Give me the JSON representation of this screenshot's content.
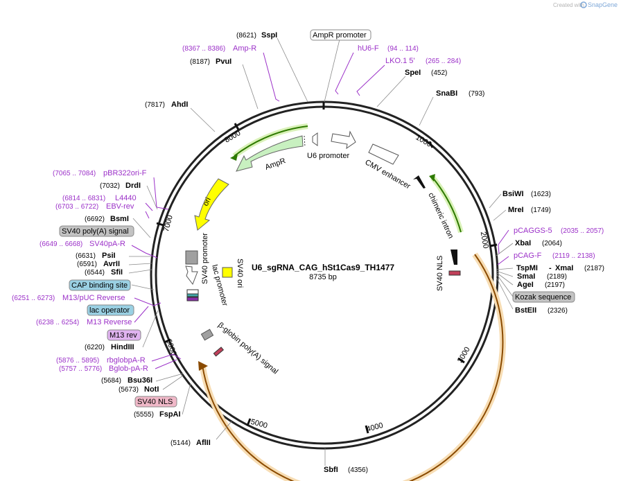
{
  "credit": {
    "prefix": "Created with",
    "brand": "SnapGene"
  },
  "plasmid": {
    "name": "U6_sgRNA_CAG_hSt1Cas9_TH1477",
    "length": "8735 bp"
  },
  "ticks": [
    "1000",
    "2000",
    "3000",
    "4000",
    "5000",
    "6000",
    "7000",
    "8000"
  ],
  "cut_sites": [
    {
      "name": "SspI",
      "pos": "(8621)"
    },
    {
      "name": "SpeI",
      "pos": "(452)"
    },
    {
      "name": "SnaBI",
      "pos": "(793)"
    },
    {
      "name": "PvuI",
      "pos": "(8187)"
    },
    {
      "name": "AhdI",
      "pos": "(7817)"
    },
    {
      "name": "DrdI",
      "pos": "(7032)"
    },
    {
      "name": "BsmI",
      "pos": "(6692)"
    },
    {
      "name": "PsiI",
      "pos": "(6631)"
    },
    {
      "name": "AvrII",
      "pos": "(6591)"
    },
    {
      "name": "SfiI",
      "pos": "(6544)"
    },
    {
      "name": "HindIII",
      "pos": "(6220)"
    },
    {
      "name": "Bsu36I",
      "pos": "(5684)"
    },
    {
      "name": "NotI",
      "pos": "(5673)"
    },
    {
      "name": "FspAI",
      "pos": "(5555)"
    },
    {
      "name": "AflII",
      "pos": "(5144)"
    },
    {
      "name": "SbfI",
      "pos": "(4356)"
    },
    {
      "name": "BsiWI",
      "pos": "(1623)"
    },
    {
      "name": "MreI",
      "pos": "(1749)"
    },
    {
      "name": "XbaI",
      "pos": "(2064)"
    },
    {
      "name": "TspMI",
      "pos": "(2187)"
    },
    {
      "name": "XmaI",
      "pos": ""
    },
    {
      "name": "SmaI",
      "pos": "(2189)"
    },
    {
      "name": "AgeI",
      "pos": "(2197)"
    },
    {
      "name": "BstEII",
      "pos": "(2326)"
    }
  ],
  "primers": [
    {
      "name": "Amp-R",
      "pos": "(8367 .. 8386)"
    },
    {
      "name": "hU6-F",
      "pos": "(94 .. 114)"
    },
    {
      "name": "LKO.1 5'",
      "pos": "(265 .. 284)"
    },
    {
      "name": "pBR322ori-F",
      "pos": "(7065 .. 7084)"
    },
    {
      "name": "L4440",
      "pos": "(6814 .. 6831)"
    },
    {
      "name": "EBV-rev",
      "pos": "(6703 .. 6722)"
    },
    {
      "name": "SV40pA-R",
      "pos": "(6649 .. 6668)"
    },
    {
      "name": "M13/pUC Reverse",
      "pos": "(6251 .. 6273)"
    },
    {
      "name": "M13 Reverse",
      "pos": "(6238 .. 6254)"
    },
    {
      "name": "rbglobpA-R",
      "pos": "(5876 .. 5895)"
    },
    {
      "name": "Bglob-pA-R",
      "pos": "(5757 .. 5776)"
    },
    {
      "name": "pCAGGS-5",
      "pos": "(2035 .. 2057)"
    },
    {
      "name": "pCAG-F",
      "pos": "(2119 .. 2138)"
    }
  ],
  "boxed_labels": [
    {
      "name": "AmpR promoter"
    },
    {
      "name": "SV40 poly(A) signal"
    },
    {
      "name": "CAP binding site"
    },
    {
      "name": "lac operator"
    },
    {
      "name": "M13 rev"
    },
    {
      "name": "SV40 NLS"
    },
    {
      "name": "Kozak sequence"
    }
  ],
  "features": [
    {
      "name": "U6 promoter"
    },
    {
      "name": "CMV enhancer"
    },
    {
      "name": "chimeric intron"
    },
    {
      "name": "SV40 NLS"
    },
    {
      "name": "AmpR"
    },
    {
      "name": "ori"
    },
    {
      "name": "SV40 promoter"
    },
    {
      "name": "SV40 ori"
    },
    {
      "name": "lac promoter"
    },
    {
      "name": "β-globin poly(A) signal"
    }
  ]
}
